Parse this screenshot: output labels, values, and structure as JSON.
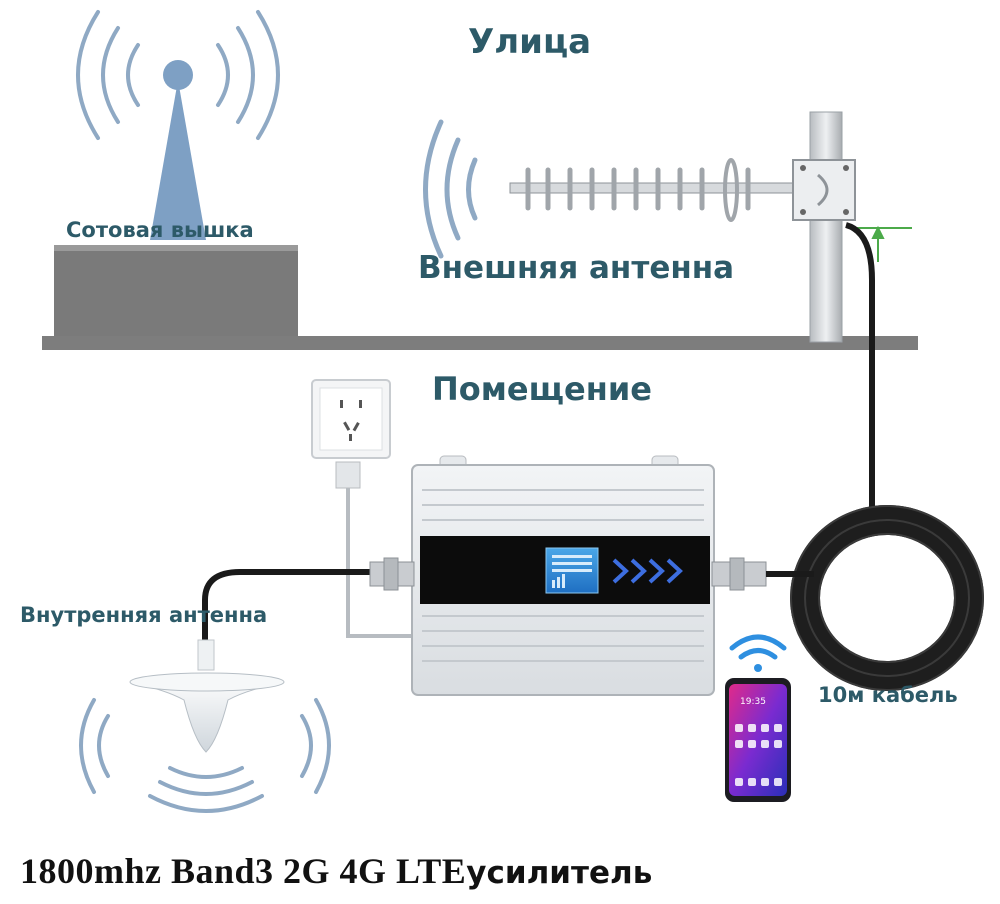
{
  "labels": {
    "street": "Улица",
    "cell_tower": "Сотовая вышка",
    "outdoor_antenna": "Внешняя антенна",
    "room": "Помещение",
    "indoor_antenna": "Внутренняя антенна",
    "cable": "10м кабель"
  },
  "caption": {
    "model": "1800mhz Band3 2G 4G LTE",
    "suffix": "усилитель"
  },
  "phone": {
    "clock": "19:35"
  },
  "colors": {
    "label": "#2d5a68",
    "signal_waves": "#8fa9c4",
    "wall": "#808080",
    "cable": "#1a1a1a",
    "device": "#e8ebee"
  }
}
